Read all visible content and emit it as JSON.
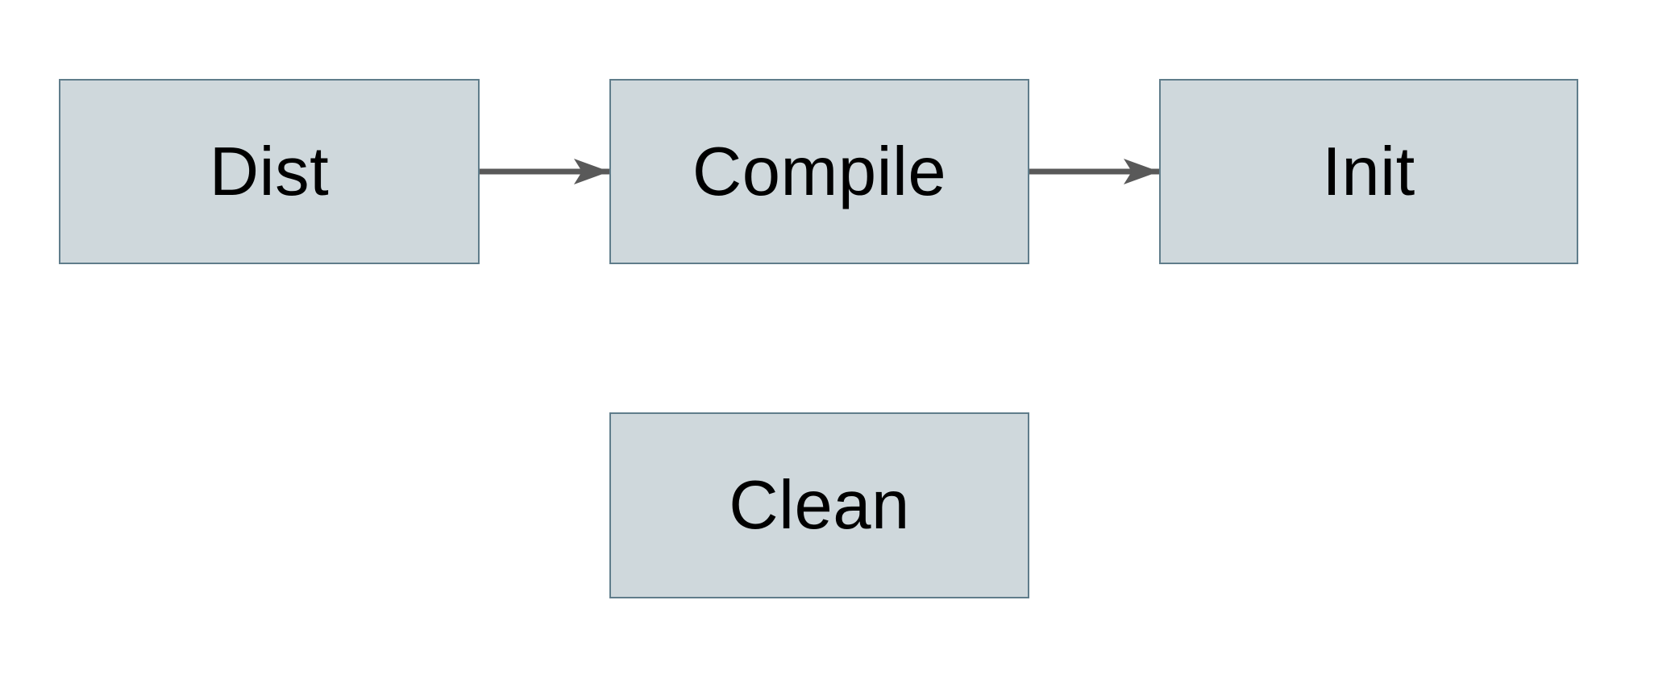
{
  "diagram": {
    "nodes": [
      {
        "id": "dist",
        "label": "Dist"
      },
      {
        "id": "compile",
        "label": "Compile"
      },
      {
        "id": "init",
        "label": "Init"
      },
      {
        "id": "clean",
        "label": "Clean"
      }
    ],
    "edges": [
      {
        "from": "Dist",
        "to": "Compile"
      },
      {
        "from": "Compile",
        "to": "Init"
      }
    ],
    "colors": {
      "node_fill": "#cfd8dc",
      "node_border": "#607d8b",
      "node_text": "#000000",
      "arrow_color": "#595959",
      "canvas_bg": "#ffffff"
    }
  }
}
